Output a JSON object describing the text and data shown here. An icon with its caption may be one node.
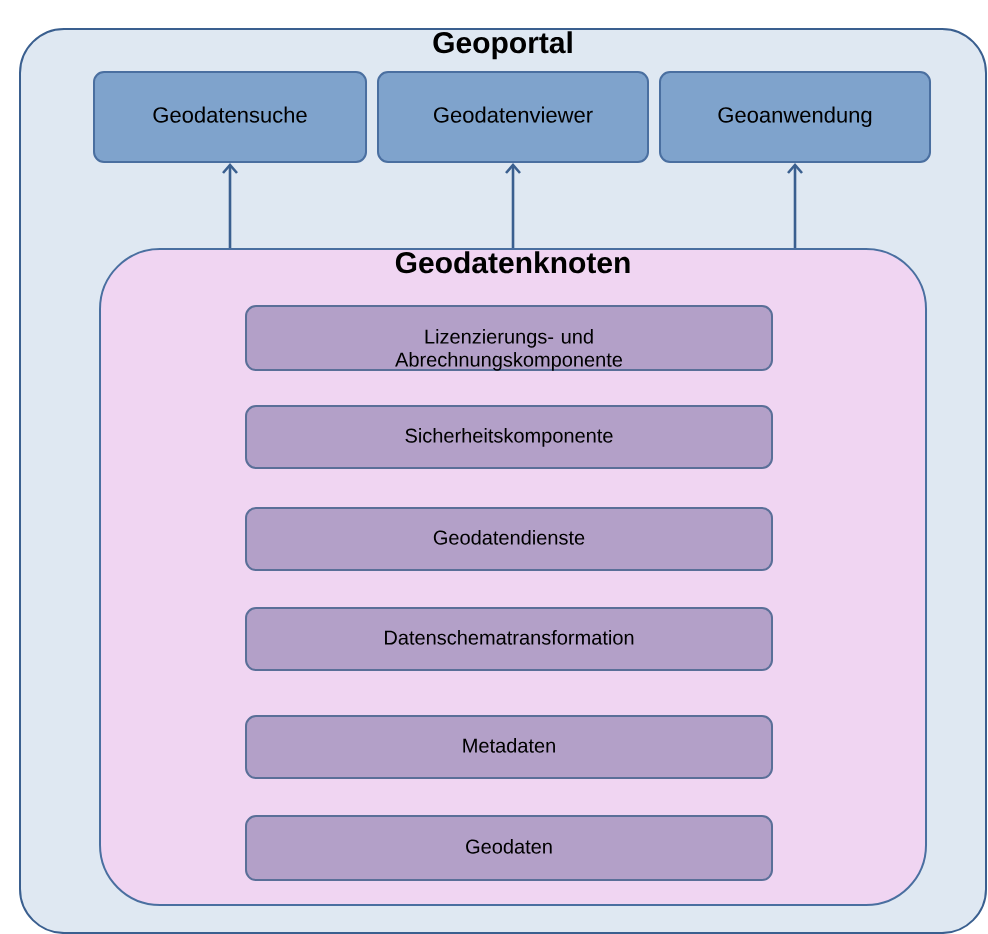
{
  "diagram": {
    "nodes": [
      {
        "text": [
          "Geoportal"
        ]
      },
      {
        "text": [
          "Geodatensuche"
        ],
        "in": 0
      },
      {
        "text": [
          "Geodatenviewer"
        ],
        "in": 0
      },
      {
        "text": [
          "Geoanwendung"
        ],
        "in": 0
      },
      {
        "text": [
          "Geodatenknoten"
        ],
        "in": 0
      },
      {
        "text": [
          "Lizenzierungs- und Abrechnungskomponente"
        ],
        "in": 4
      },
      {
        "text": [
          "Sicherheitskomponente"
        ],
        "in": 4
      },
      {
        "text": [
          "Geodatendienste"
        ],
        "in": 4
      },
      {
        "text": [
          "Datenschematransformation"
        ],
        "in": 4
      },
      {
        "text": [
          "Metadaten"
        ],
        "in": 4
      },
      {
        "text": [
          "Geodaten"
        ],
        "in": 4
      }
    ],
    "edges": [
      {
        "from": 4,
        "to": 1,
        "arrow": "to"
      },
      {
        "from": 4,
        "to": 2,
        "arrow": "to"
      },
      {
        "from": 4,
        "to": 3,
        "arrow": "to"
      }
    ]
  }
}
